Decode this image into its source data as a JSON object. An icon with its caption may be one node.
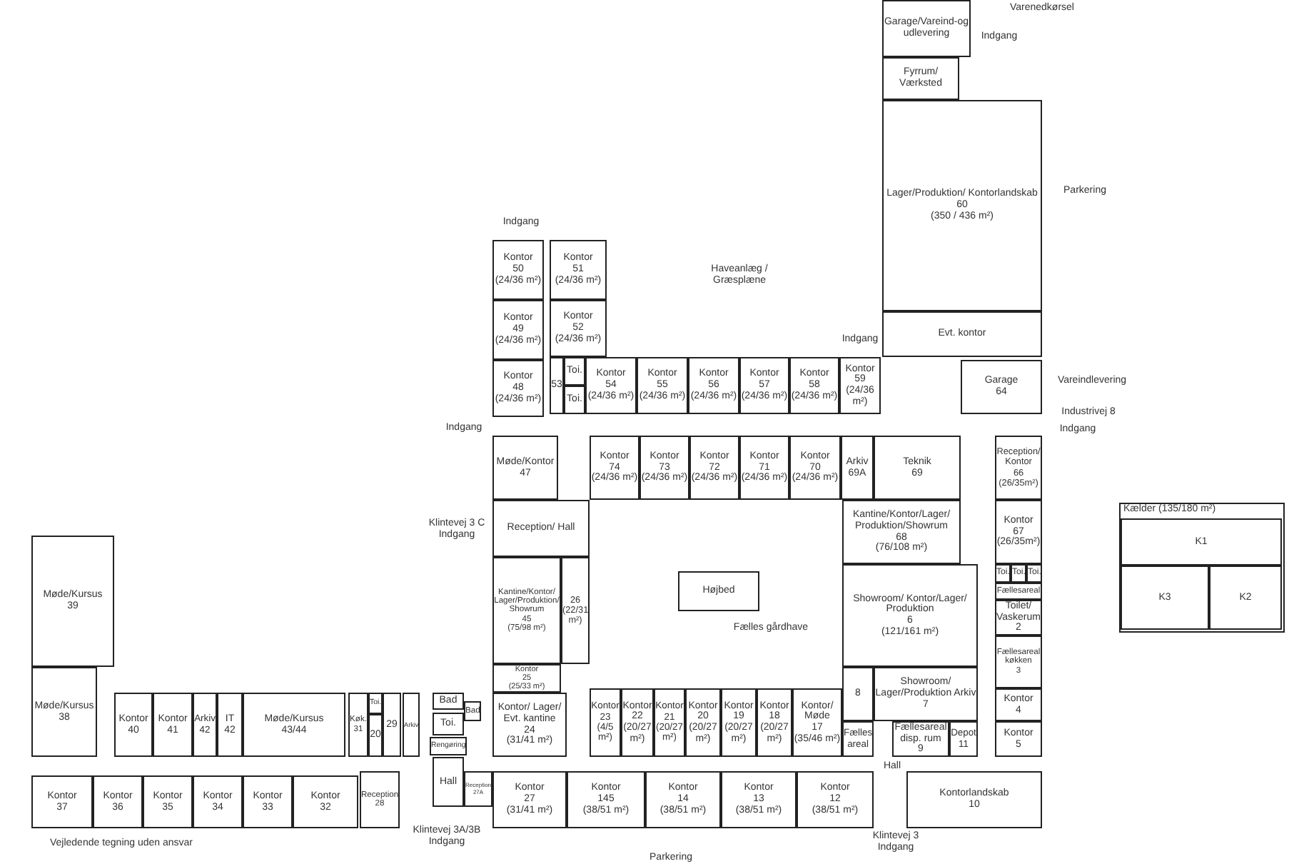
{
  "diagram": {
    "nodes": [
      {
        "text": [
          "Garage/Vareind-og udlevering"
        ]
      },
      {
        "text": [
          "Fyrrum/ Værksted"
        ]
      },
      {
        "text": [
          "Lager/Produktion/ Kontorlandskab",
          "60",
          "(350 / 436 m²)"
        ]
      },
      {
        "text": [
          "Evt. kontor"
        ]
      },
      {
        "text": [
          "Kontor",
          "50",
          "(24/36 m²)"
        ]
      },
      {
        "text": [
          "Kontor",
          "51",
          "(24/36 m²)"
        ]
      },
      {
        "text": [
          "Kontor",
          "49",
          "(24/36 m²)"
        ]
      },
      {
        "text": [
          "Kontor",
          "52",
          "(24/36 m²)"
        ]
      },
      {
        "text": [
          "Kontor",
          "48",
          "(24/36 m²)"
        ]
      },
      {
        "text": [
          "53"
        ]
      },
      {
        "text": [
          "Toi."
        ]
      },
      {
        "text": [
          "Toi."
        ]
      },
      {
        "text": [
          "Kontor",
          "54",
          "(24/36 m²)"
        ]
      },
      {
        "text": [
          "Kontor",
          "55",
          "(24/36 m²)"
        ]
      },
      {
        "text": [
          "Kontor",
          "56",
          "(24/36 m²)"
        ]
      },
      {
        "text": [
          "Kontor",
          "57",
          "(24/36 m²)"
        ]
      },
      {
        "text": [
          "Kontor",
          "58",
          "(24/36 m²)"
        ]
      },
      {
        "text": [
          "Kontor",
          "59",
          "(24/36 m²)"
        ]
      },
      {
        "text": [
          "Garage",
          "64"
        ]
      },
      {
        "text": [
          "Møde/Kontor",
          "47"
        ]
      },
      {
        "text": [
          "Kontor",
          "74",
          "(24/36 m²)"
        ]
      },
      {
        "text": [
          "Kontor",
          "73",
          "(24/36 m²)"
        ]
      },
      {
        "text": [
          "Kontor",
          "72",
          "(24/36 m²)"
        ]
      },
      {
        "text": [
          "Kontor",
          "71",
          "(24/36 m²)"
        ]
      },
      {
        "text": [
          "Kontor",
          "70",
          "(24/36 m²)"
        ]
      },
      {
        "text": [
          "Arkiv",
          "69A"
        ]
      },
      {
        "text": [
          "Teknik",
          "69"
        ]
      },
      {
        "text": [
          "Reception/ Kontor",
          "66",
          "(26/35m²)"
        ]
      },
      {
        "text": [
          "Reception/ Hall"
        ]
      },
      {
        "text": [
          "Kantine/Kontor/Lager/ Produktion/Showrum",
          "68",
          "(76/108 m²)"
        ]
      },
      {
        "text": [
          "Kontor",
          "67",
          "(26/35m²)"
        ]
      },
      {
        "text": [
          "Kantine/Kontor/ Lager/Produktion/ Showrum",
          "45",
          "(75/98 m²)"
        ]
      },
      {
        "text": [
          "26",
          "(22/31 m²)"
        ]
      },
      {
        "text": [
          "Højbed"
        ]
      },
      {
        "text": [
          "Showroom/ Kontor/Lager/ Produktion",
          "6",
          "(121/161 m²)"
        ]
      },
      {
        "text": [
          "Toi."
        ]
      },
      {
        "text": [
          "Toi."
        ]
      },
      {
        "text": [
          "Toi."
        ]
      },
      {
        "text": [
          "Fællesareal"
        ]
      },
      {
        "text": [
          "Toilet/ Vaskerum",
          "2"
        ]
      },
      {
        "text": [
          "Fællesareal køkken",
          "3"
        ]
      },
      {
        "text": [
          "Kontor",
          "25",
          "(25/33 m²)"
        ]
      },
      {
        "text": [
          "8"
        ]
      },
      {
        "text": [
          "Showroom/ Lager/Produktion Arkiv",
          "7"
        ]
      },
      {
        "text": [
          "Kontor",
          "4"
        ]
      },
      {
        "text": [
          "Kontor/ Lager/ Evt. kantine",
          "24",
          "(31/41 m²)"
        ]
      },
      {
        "text": [
          "Kontor",
          "23",
          "(4/5 m²)"
        ]
      },
      {
        "text": [
          "Kontor",
          "22",
          "(20/27 m²)"
        ]
      },
      {
        "text": [
          "Kontor",
          "21",
          "(20/27 m²)"
        ]
      },
      {
        "text": [
          "Kontor",
          "20",
          "(20/27 m²)"
        ]
      },
      {
        "text": [
          "Kontor",
          "19",
          "(20/27 m²)"
        ]
      },
      {
        "text": [
          "Kontor",
          "18",
          "(20/27 m²)"
        ]
      },
      {
        "text": [
          "Kontor/ Møde",
          "17",
          "(35/46 m²)"
        ]
      },
      {
        "text": [
          "Fælles areal"
        ]
      },
      {
        "text": [
          "Fællesareal disp. rum",
          "9"
        ]
      },
      {
        "text": [
          "Depot",
          "11"
        ]
      },
      {
        "text": [
          "Kontor",
          "5"
        ]
      },
      {
        "text": [
          "Bad"
        ]
      },
      {
        "text": [
          "Bad"
        ]
      },
      {
        "text": [
          "Toi."
        ]
      },
      {
        "text": [
          "Rengøring"
        ]
      },
      {
        "text": [
          "Hall"
        ]
      },
      {
        "text": [
          "Reception",
          "27A"
        ]
      },
      {
        "text": [
          "Kontor",
          "27",
          "(31/41 m²)"
        ]
      },
      {
        "text": [
          "Kontor",
          "145",
          "(38/51 m²)"
        ]
      },
      {
        "text": [
          "Kontor",
          "14",
          "(38/51 m²)"
        ]
      },
      {
        "text": [
          "Kontor",
          "13",
          "(38/51 m²)"
        ]
      },
      {
        "text": [
          "Kontor",
          "12",
          "(38/51 m²)"
        ]
      },
      {
        "text": [
          "Kontorlandskab",
          "10"
        ]
      },
      {
        "text": [
          "Møde/Kursus",
          "39"
        ]
      },
      {
        "text": [
          "Møde/Kursus",
          "38"
        ]
      },
      {
        "text": [
          "Kontor",
          "40"
        ]
      },
      {
        "text": [
          "Kontor",
          "41"
        ]
      },
      {
        "text": [
          "Arkiv",
          "42"
        ]
      },
      {
        "text": [
          "IT",
          "42"
        ]
      },
      {
        "text": [
          "Møde/Kursus",
          "43/44"
        ]
      },
      {
        "text": [
          "Køk.",
          "31"
        ]
      },
      {
        "text": [
          "Toi."
        ]
      },
      {
        "text": [
          "20"
        ]
      },
      {
        "text": [
          "29"
        ]
      },
      {
        "text": [
          "Arkiv"
        ]
      },
      {
        "text": [
          "Kontor",
          "37"
        ]
      },
      {
        "text": [
          "Kontor",
          "36"
        ]
      },
      {
        "text": [
          "Kontor",
          "35"
        ]
      },
      {
        "text": [
          "Kontor",
          "34"
        ]
      },
      {
        "text": [
          "Kontor",
          "33"
        ]
      },
      {
        "text": [
          "Kontor",
          "32"
        ]
      },
      {
        "text": [
          "Reception",
          "28"
        ]
      },
      {
        "text": [
          "Kælder (135/180 m²)"
        ]
      },
      {
        "text": [
          "K1"
        ],
        "in": 88
      },
      {
        "text": [
          "K3"
        ],
        "in": 88
      },
      {
        "text": [
          "K2"
        ],
        "in": 88
      }
    ],
    "labels": [
      "Varenedkørsel",
      "Indgang",
      "Parkering",
      "Indgang",
      "Haveanlæg / Græsplæne",
      "Indgang",
      "Vareindlevering",
      "Industrivej 8",
      "Indgang",
      "Indgang",
      "Klintevej 3 C Indgang",
      "Fælles gårdhave",
      "Hall",
      "Vejledende tegning uden ansvar",
      "Klintevej 3A/3B Indgang",
      "Klintevej 3 Indgang",
      "Parkering"
    ]
  }
}
